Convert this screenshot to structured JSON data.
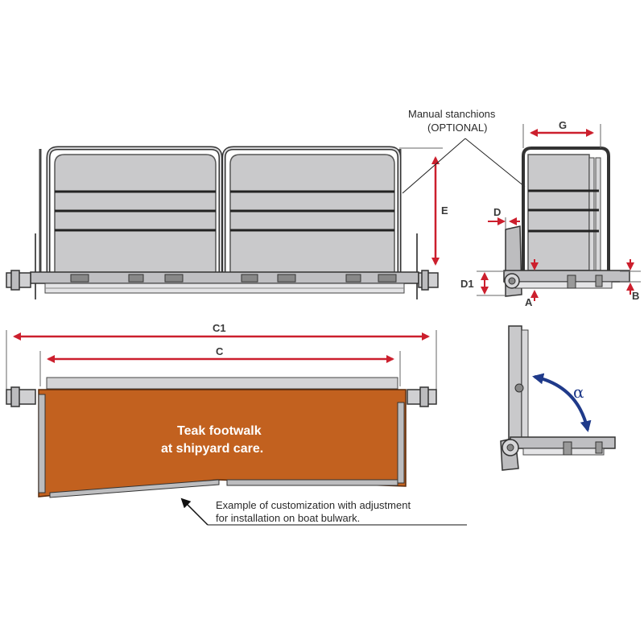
{
  "labels": {
    "stanchions_line1": "Manual stanchions",
    "stanchions_line2": "(OPTIONAL)",
    "teak_line1": "Teak footwalk",
    "teak_line2": "at shipyard care.",
    "custom_line1": "Example of customization with adjustment",
    "custom_line2": "for installation on boat bulwark.",
    "alpha": "α"
  },
  "dimensions": {
    "g": "G",
    "e": "E",
    "d": "D",
    "d1": "D1",
    "a": "A",
    "b": "B",
    "c1": "C1",
    "c": "C"
  },
  "colors": {
    "dimension_red": "#cc1f2d",
    "rotation_blue": "#1f3a8a",
    "teak": "#c2611f",
    "panel_gray": "#c9c9cb",
    "outline": "#333333"
  }
}
